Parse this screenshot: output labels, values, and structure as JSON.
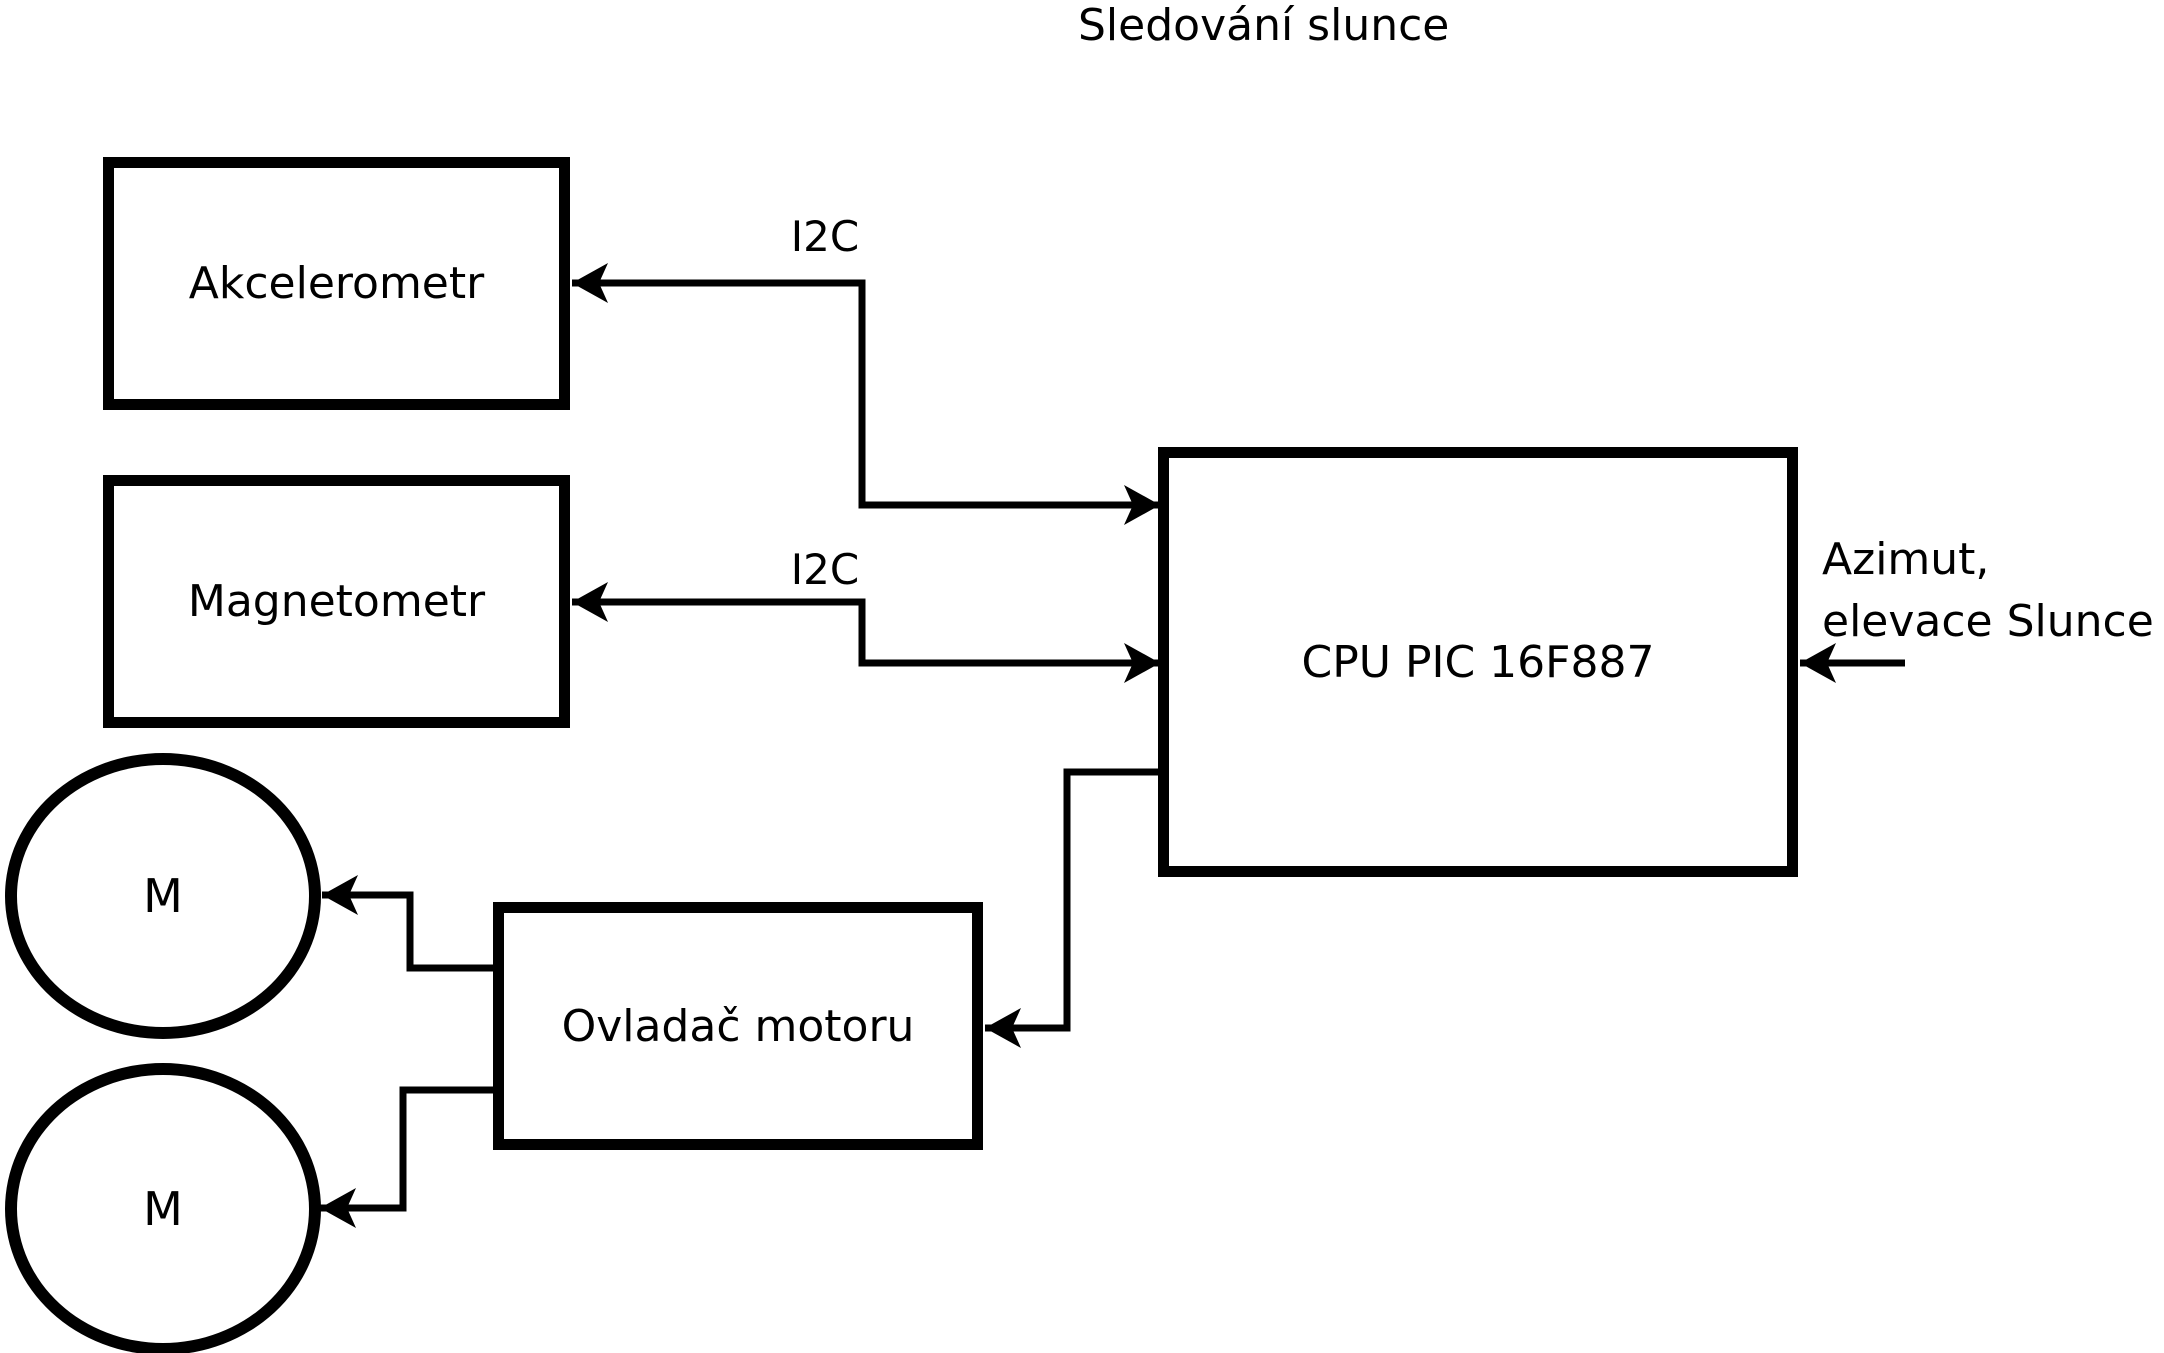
{
  "title": "Sledování slunce",
  "colors": {
    "line": "#000000",
    "background": "#ffffff",
    "text": "#000000"
  },
  "blocks": {
    "akcelerometr": {
      "label": "Akcelerometr"
    },
    "magnetometr": {
      "label": "Magnetometr"
    },
    "cpu": {
      "label": "CPU PIC 16F887"
    },
    "motor_driver": {
      "label": "Ovladač motoru"
    },
    "motor1": {
      "label": "M"
    },
    "motor2": {
      "label": "M"
    }
  },
  "connections": {
    "i2c_akcelerometr": {
      "label": "I2C"
    },
    "i2c_magnetometr": {
      "label": "I2C"
    },
    "azimut_input": {
      "line1": "Azimut,",
      "line2": "elevace Slunce"
    }
  }
}
